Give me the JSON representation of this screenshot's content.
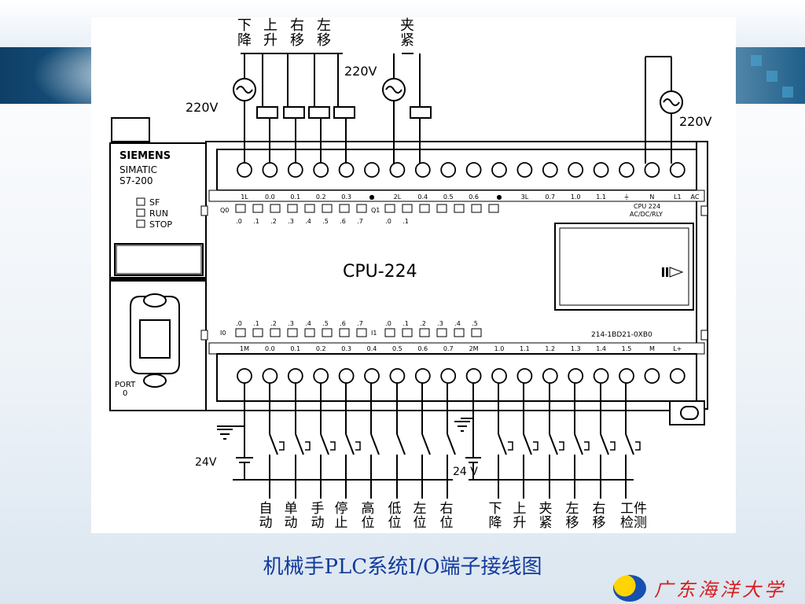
{
  "top_labels": [
    {
      "id": "down",
      "text": "下\n降"
    },
    {
      "id": "up",
      "text": "上\n升"
    },
    {
      "id": "right",
      "text": "右\n移"
    },
    {
      "id": "left",
      "text": "左\n移"
    },
    {
      "id": "clamp",
      "text": "夹\n紧"
    }
  ],
  "voltage_220": "220V",
  "voltage_24": "24V",
  "voltage_24b": "24 V",
  "plc": {
    "brand": "SIEMENS",
    "family": "SIMATIC",
    "series": "S7-200",
    "led_labels": [
      "SF",
      "RUN",
      "STOP"
    ],
    "model": "CPU-224",
    "model_small": "CPU 224",
    "power_type": "AC/DC/RLY",
    "part_no": "214-1BD21-0XB0",
    "port": "PORT\n0",
    "q0_label": "Q0",
    "q1_label": "Q1",
    "i0_label": "I0",
    "i1_label": "I1"
  },
  "top_terminals": [
    "1L",
    "0.0",
    "0.1",
    "0.2",
    "0.3",
    "●",
    "2L",
    "0.4",
    "0.5",
    "0.6",
    "●",
    "3L",
    "0.7",
    "1.0",
    "1.1",
    "⏚",
    "N",
    "L1",
    "AC"
  ],
  "bottom_terminals": [
    "1M",
    "0.0",
    "0.1",
    "0.2",
    "0.3",
    "0.4",
    "0.5",
    "0.6",
    "0.7",
    "2M",
    "1.0",
    "1.1",
    "1.2",
    "1.3",
    "1.4",
    "1.5",
    "M",
    "L+"
  ],
  "q_led_digits": [
    ".0",
    ".1",
    ".2",
    ".3",
    ".4",
    ".5",
    ".6",
    ".7"
  ],
  "q1_led_digits": [
    ".0",
    ".1"
  ],
  "i0_led_digits": [
    ".0",
    ".1",
    ".2",
    ".3",
    ".4",
    ".5",
    ".6",
    ".7"
  ],
  "i1_led_digits": [
    ".0",
    ".1",
    ".2",
    ".3",
    ".4",
    ".5"
  ],
  "bottom_labels": [
    {
      "id": "auto",
      "text": "自\n动"
    },
    {
      "id": "single",
      "text": "单\n动"
    },
    {
      "id": "manual",
      "text": "手\n动"
    },
    {
      "id": "stop",
      "text": "停\n止"
    },
    {
      "id": "high",
      "text": "高\n位"
    },
    {
      "id": "low",
      "text": "低\n位"
    },
    {
      "id": "leftpos",
      "text": "左\n位"
    },
    {
      "id": "rightpos",
      "text": "右\n位"
    },
    {
      "id": "down",
      "text": "下\n降"
    },
    {
      "id": "up",
      "text": "上\n升"
    },
    {
      "id": "clamp",
      "text": "夹\n紧"
    },
    {
      "id": "leftmove",
      "text": "左\n移"
    },
    {
      "id": "rightmove",
      "text": "右\n移"
    },
    {
      "id": "detect",
      "text": "工件\n检测"
    }
  ],
  "caption": "机械手PLC系统I/O端子接线图",
  "logo_text": "广东海洋大学",
  "colors": {
    "caption": "#123a9c",
    "logo": "#d81e1e",
    "band": "#2b7fb8"
  }
}
